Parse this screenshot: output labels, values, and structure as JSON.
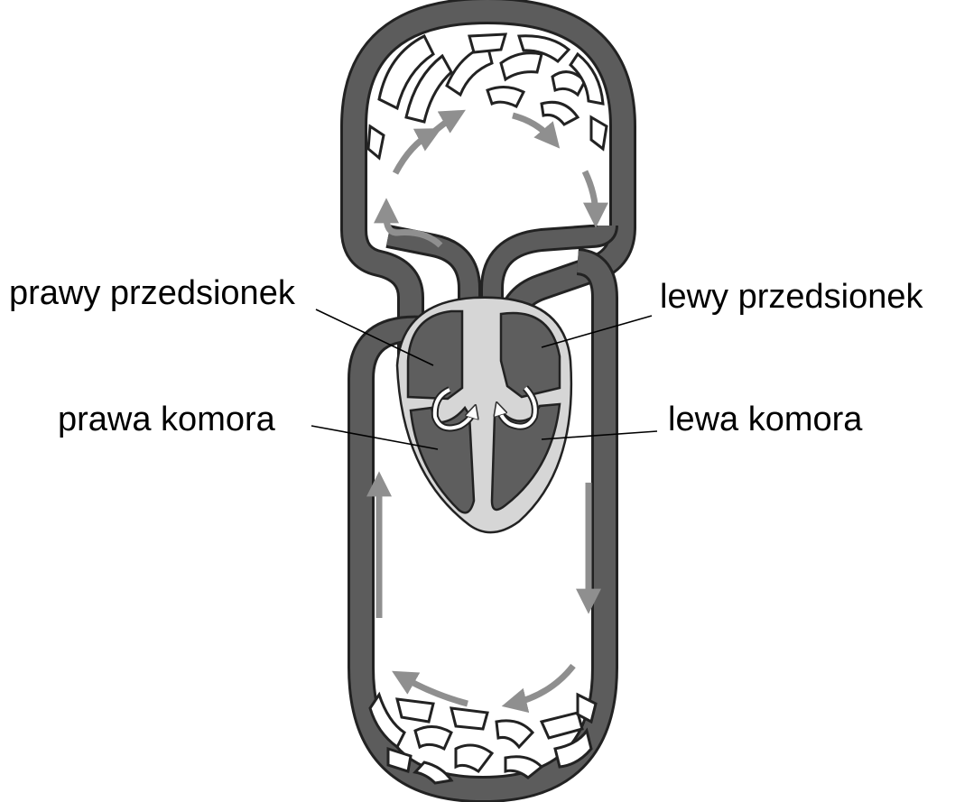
{
  "labels": {
    "right_atrium": "prawy przedsionek",
    "left_atrium": "lewy przedsionek",
    "right_ventricle": "prawa komora",
    "left_ventricle": "lewa komora"
  },
  "colors": {
    "vessel": "#5c5c5c",
    "vessel_outline": "#222222",
    "heart_chamber": "#5e5e5e",
    "heart_body": "#d6d6d6",
    "arrow": "#8f8f8f",
    "label_text": "#000000"
  },
  "icons": {
    "flow_arrow": "flow-arrow-icon",
    "curved_arrow": "curved-flow-arrow-icon"
  }
}
